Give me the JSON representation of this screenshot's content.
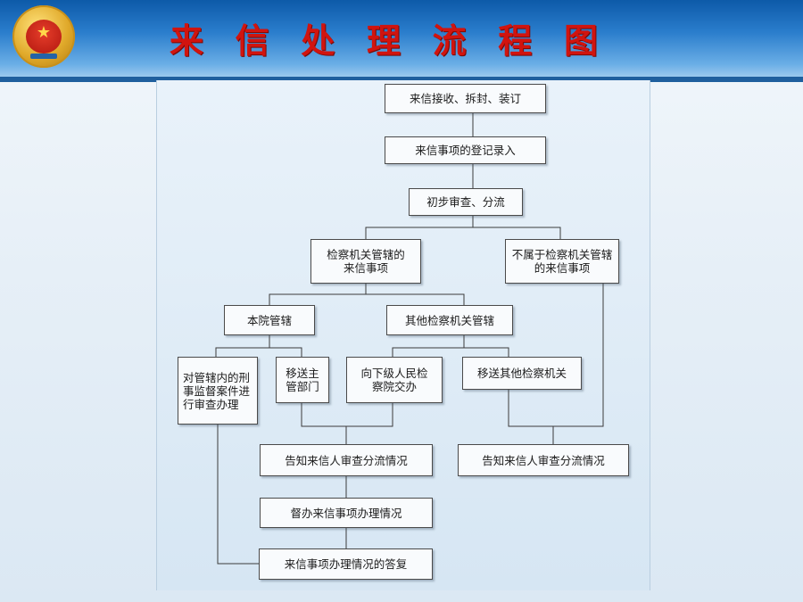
{
  "header": {
    "title_chars": [
      "来",
      "信",
      "处",
      "理",
      "流",
      "程",
      "图"
    ]
  },
  "colors": {
    "header_blue": "#1f6fbf",
    "title_red": "#d1140f",
    "box_border": "#4a4a4a"
  },
  "icons": {
    "emblem": "national-emblem-icon"
  },
  "flow": {
    "receive": "来信接收、拆封、装订",
    "register": "来信事项的登记录入",
    "review": "初步审查、分流",
    "procuratorate": "检察机关管辖的来信事项",
    "not_procuratorate": "不属于检察机关管辖的来信事项",
    "this_court": "本院管辖",
    "other_procuratorate": "其他检察机关管辖",
    "criminal_supervision": "对管辖内的刑事监督案件进行审查办理",
    "transfer_dept": "移送主管部门",
    "lower_level": "向下级人民检察院交办",
    "transfer_other": "移送其他检察机关",
    "notify_1": "告知来信人审查分流情况",
    "notify_2": "告知来信人审查分流情况",
    "supervise": "督办来信事项办理情况",
    "reply": "来信事项办理情况的答复"
  }
}
